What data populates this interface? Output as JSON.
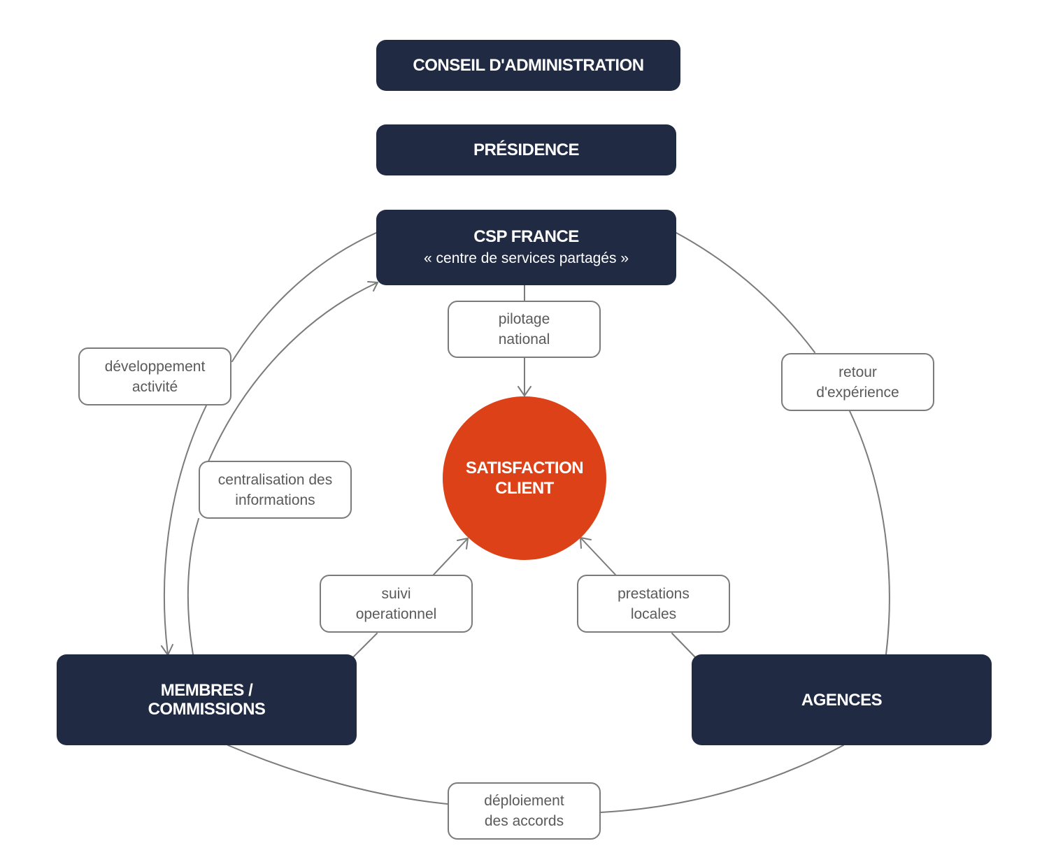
{
  "nodes": {
    "conseil": {
      "title": "CONSEIL D'ADMINISTRATION"
    },
    "presidence": {
      "title": "PRÉSIDENCE"
    },
    "csp": {
      "title": "CSP FRANCE",
      "subtitle": "« centre de services partagés »"
    },
    "membres": {
      "line1": "MEMBRES /",
      "line2": "COMMISSIONS"
    },
    "agences": {
      "title": "AGENCES"
    },
    "satisfaction": {
      "line1": "SATISFACTION",
      "line2": "CLIENT"
    }
  },
  "flows": {
    "pilotage": {
      "line1": "pilotage",
      "line2": "national"
    },
    "developpement": {
      "line1": "développement",
      "line2": "activité"
    },
    "retour": {
      "line1": "retour",
      "line2": "d'expérience"
    },
    "centralisation": {
      "line1": "centralisation des",
      "line2": "informations"
    },
    "suivi": {
      "line1": "suivi",
      "line2": "operationnel"
    },
    "prestations": {
      "line1": "prestations",
      "line2": "locales"
    },
    "deploiement": {
      "line1": "déploiement",
      "line2": "des accords"
    }
  },
  "colors": {
    "dark_box": "#212a43",
    "accent_circle": "#dd4118",
    "connector": "#7b7b7b",
    "label_text": "#5a5a5a"
  }
}
